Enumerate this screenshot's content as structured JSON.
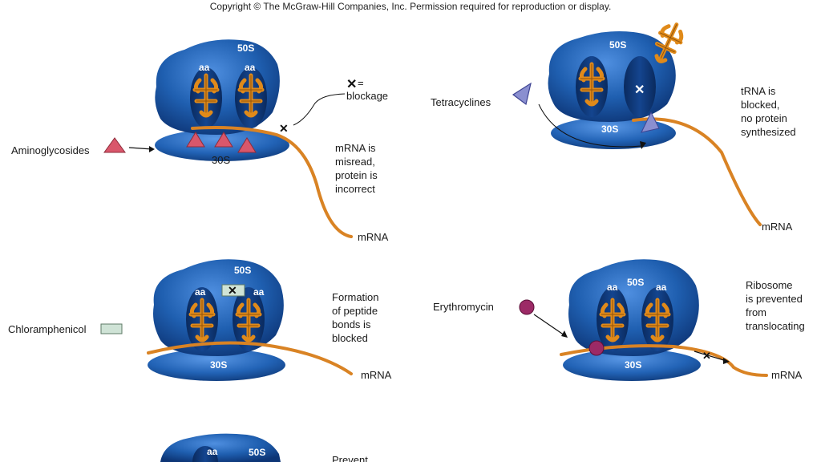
{
  "copyright": "Copyright © The McGraw-Hill Companies, Inc. Permission required for reproduction or display.",
  "panels": {
    "aminoglycosides": {
      "drug": "Aminoglycosides",
      "large_subunit": "50S",
      "small_subunit": "30S",
      "aa1": "aa",
      "aa2": "aa",
      "blockage_label": "= blockage",
      "effect": [
        "mRNA is",
        "misread,",
        "protein is",
        "incorrect"
      ],
      "mrna": "mRNA"
    },
    "tetracyclines": {
      "drug": "Tetracyclines",
      "large_subunit": "50S",
      "small_subunit": "30S",
      "effect": [
        "tRNA is",
        "blocked,",
        "no protein",
        "synthesized"
      ],
      "mrna": "mRNA"
    },
    "chloramphenicol": {
      "drug": "Chloramphenicol",
      "large_subunit": "50S",
      "small_subunit": "30S",
      "aa1": "aa",
      "aa2": "aa",
      "effect": [
        "Formation",
        "of peptide",
        "bonds is",
        "blocked"
      ],
      "mrna": "mRNA"
    },
    "erythromycin": {
      "drug": "Erythromycin",
      "large_subunit": "50S",
      "small_subunit": "30S",
      "aa1": "aa",
      "aa2": "aa",
      "effect": [
        "Ribosome",
        "is prevented",
        "from",
        "translocating"
      ],
      "mrna": "mRNA"
    },
    "bottom": {
      "aa": "aa",
      "large_subunit": "50S",
      "effect_partial": "Prevent"
    }
  },
  "colors": {
    "ribosome": "#1f5fb0",
    "ribosome_dark": "#0f3a7a",
    "mrna": "#d98324",
    "trna": "#e08a1a",
    "aminoglycoside": "#d9576b",
    "tetracycline": "#8a8fd0",
    "chloramphenicol": "#cfe3d6",
    "erythromycin": "#9c2a66"
  }
}
